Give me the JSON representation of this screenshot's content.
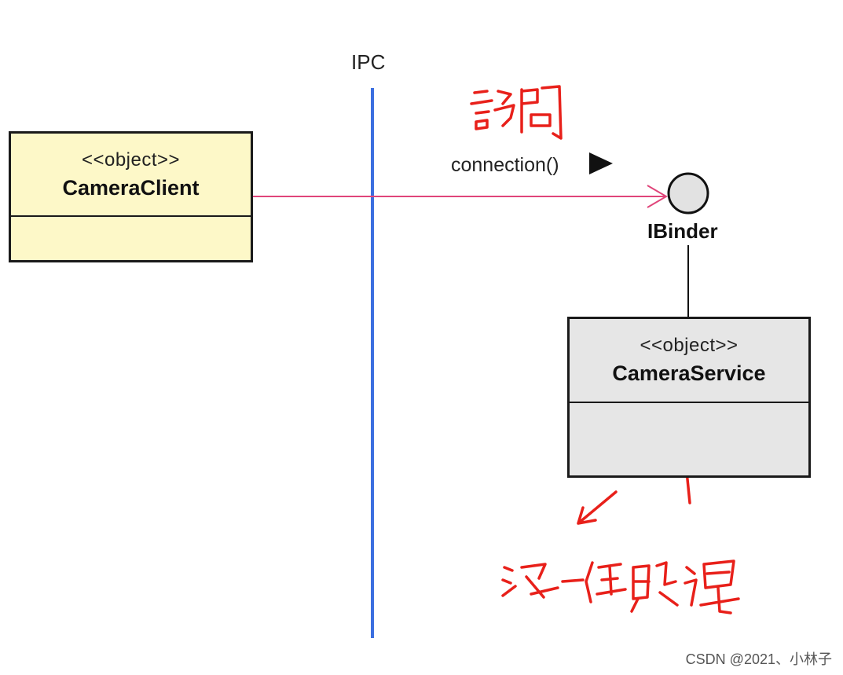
{
  "ipc": {
    "label": "IPC"
  },
  "client": {
    "stereotype": "<<object>>",
    "name": "CameraClient"
  },
  "service": {
    "stereotype": "<<object>>",
    "name": "CameraService"
  },
  "interface": {
    "name": "IBinder"
  },
  "message": {
    "label": "connection()"
  },
  "watermark": "CSDN @2021、小林子",
  "colors": {
    "client_fill": "#fdf8c8",
    "service_fill": "#e6e6e6",
    "ipc_line": "#3b6fe0",
    "connector": "#e0457a",
    "annotation": "#e8201a"
  }
}
